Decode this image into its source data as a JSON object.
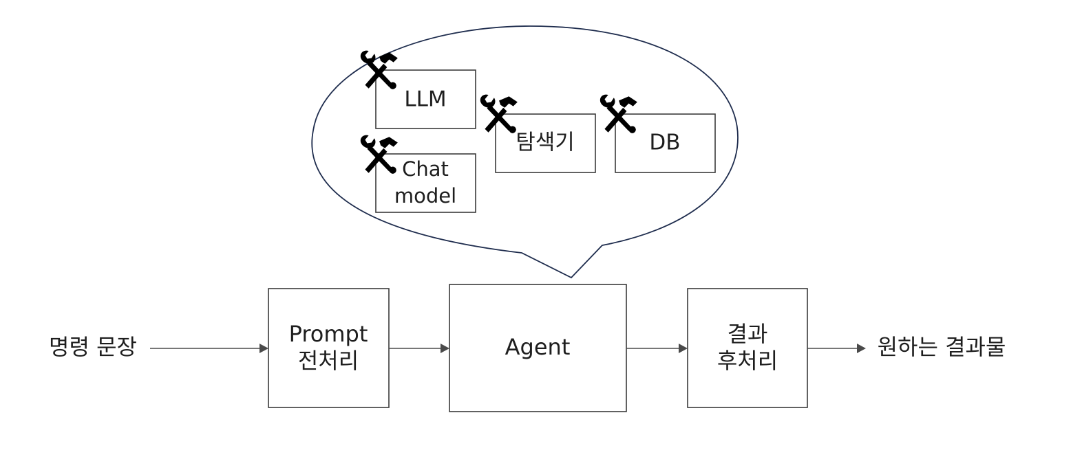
{
  "flow": {
    "input_label": "명령 문장",
    "prompt_box": [
      "Prompt",
      "전처리"
    ],
    "agent_box": "Agent",
    "post_box": [
      "결과",
      "후처리"
    ],
    "output_label": "원하는 결과물"
  },
  "tools": {
    "llm": "LLM",
    "chat_model": [
      "Chat",
      "model"
    ],
    "retriever": "탐색기",
    "db": "DB",
    "icon": "hammer-wrench-icon"
  },
  "colors": {
    "bubble_stroke": "#1f2d4e",
    "box_stroke": "#3a3a3a",
    "arrow": "#4a4a4a"
  }
}
